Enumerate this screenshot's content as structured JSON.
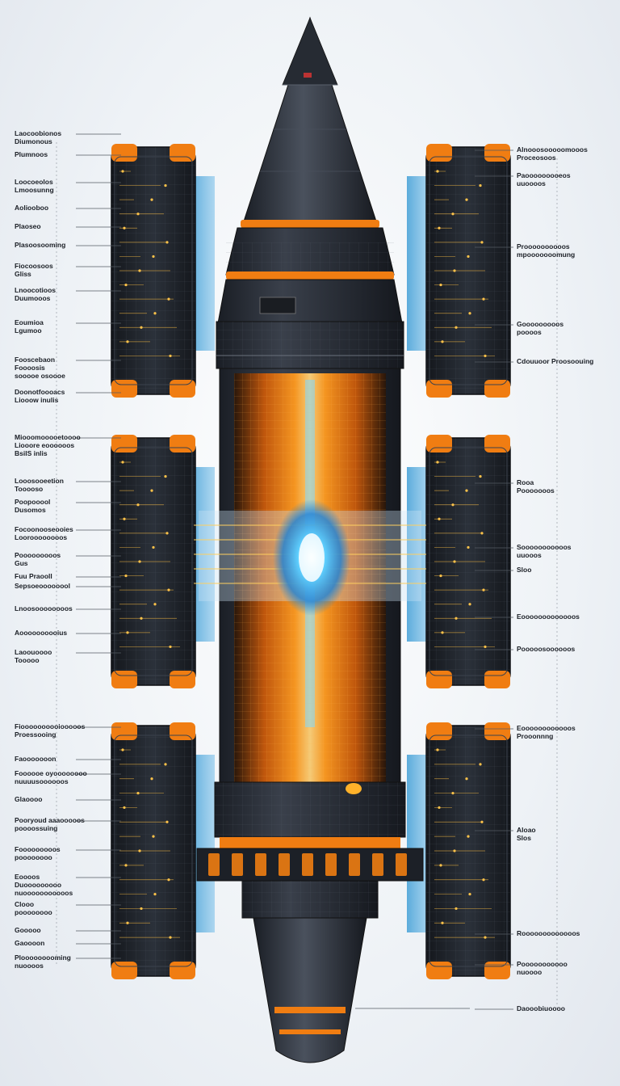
{
  "colors": {
    "background": "#eef2f6",
    "hull": "#2a2f38",
    "hull_dark": "#1c2027",
    "accent_orange": "#f07d12",
    "glow_orange": "#ff9a1f",
    "core_blue": "#3fb8ff",
    "panel_blue": "#4aa3d8",
    "label_text": "#1b1f26",
    "leader_line": "#555b63"
  },
  "labels_left": [
    {
      "text": "Laocoobionos\nDiumonous"
    },
    {
      "text": "Plumnoos"
    },
    {
      "text": "Loocoeolos\nLmoosunng"
    },
    {
      "text": "Aoliooboo"
    },
    {
      "text": "Plaoseo"
    },
    {
      "text": "Plasoosooming"
    },
    {
      "text": "Fiocoosoos\nGliss"
    },
    {
      "text": "Lnoocotioos\nDuumooos"
    },
    {
      "text": "Eoumioa\nLgumoo"
    },
    {
      "text": "Fooscebaon\nFoooosis\nsooooe osoooe"
    },
    {
      "text": "Doonotfoooacs\nLiooow inulis"
    },
    {
      "text": "Miooomooooetoooo\nLiooore eoooooos\nBsilS inlis"
    },
    {
      "text": "Looosooeetion\nTooooso"
    },
    {
      "text": "Poopooool\nDusomos"
    },
    {
      "text": "Focoonooseooies\nLooroooooooos"
    },
    {
      "text": "Pooooooooos\nGus"
    },
    {
      "text": "Fuu Praooll"
    },
    {
      "text": "Sepsoeoooooool"
    },
    {
      "text": "Lnoosoooooooos"
    },
    {
      "text": "Aoooooooooius"
    },
    {
      "text": "Laoouoooo\nTooooo"
    },
    {
      "text": "Fioooooooooiooooos\nProessooing"
    },
    {
      "text": "Faooooooon"
    },
    {
      "text": "Foooooe oyoooooooo\nnuuuusoooooos"
    },
    {
      "text": "Glaoooo"
    },
    {
      "text": "Pooryoud aaaooooos\npoooossuing"
    },
    {
      "text": "Fooooooooos\npoooooooo"
    },
    {
      "text": "Eoooos\nDuooooooooo\nnuooooooooooos"
    },
    {
      "text": "Clooo\npoooooooo"
    },
    {
      "text": "Gooooo"
    },
    {
      "text": "Gaoooon"
    },
    {
      "text": "Plooooooooming\nnuoooos"
    }
  ],
  "labels_right": [
    {
      "text": "Alnooosooooomooos\nProceosoos"
    },
    {
      "text": "Paooooooooeos\nuuoooos"
    },
    {
      "text": "Proooooooooos\nmpooooooomung"
    },
    {
      "text": "Gooooooooos\npoooos"
    },
    {
      "text": "Cdouuoor Proosoouing"
    },
    {
      "text": "Rooa\nPooooooos"
    },
    {
      "text": "Sooooooooooos\nuuooos"
    },
    {
      "text": "Sloo"
    },
    {
      "text": "Eooooooooooooos"
    },
    {
      "text": "Pooooosoooooos"
    },
    {
      "text": "Eoooooooooooos\nProoonnng"
    },
    {
      "text": "Aloao\nSlos"
    },
    {
      "text": "Rooooooooooooos"
    },
    {
      "text": "Pooooooooooo\nnuoooo"
    },
    {
      "text": "Daooobiuoooo"
    }
  ]
}
